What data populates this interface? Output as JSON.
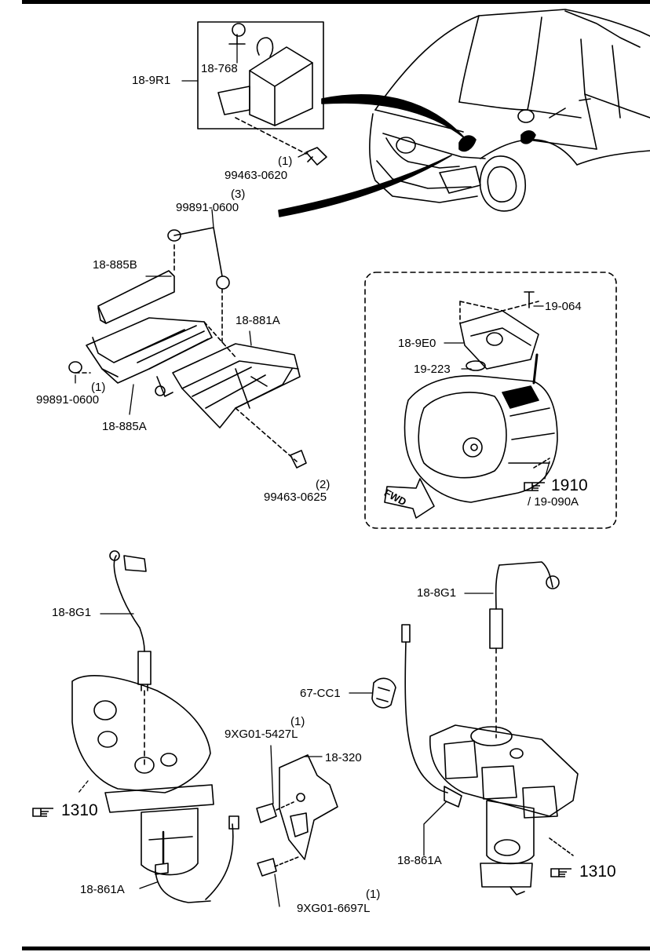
{
  "labels": {
    "p18_9R1": "18-9R1",
    "p18_768": "18-768",
    "q99463_0620": "(1)",
    "p99463_0620": "99463-0620",
    "q99891_0600_3": "(3)",
    "p99891_0600_3": "99891-0600",
    "p18_885B": "18-885B",
    "p18_881A": "18-881A",
    "q99891_0600_1": "(1)",
    "p99891_0600_1": "99891-0600",
    "p18_885A": "18-885A",
    "q99463_0625": "(2)",
    "p99463_0625": "99463-0625",
    "p19_064": "19-064",
    "p18_9E0": "18-9E0",
    "p19_223": "19-223",
    "fwd": "FWD",
    "ref1910": "1910",
    "ref19_090A": "/ 19-090A",
    "p18_8G1_left": "18-8G1",
    "p18_8G1_right": "18-8G1",
    "p67_CC1": "67-CC1",
    "q9XG01_5427L": "(1)",
    "p9XG01_5427L": "9XG01-5427L",
    "p18_320": "18-320",
    "ref1310_left": "1310",
    "ref1310_right": "1310",
    "p18_861A_left": "18-861A",
    "p18_861A_right": "18-861A",
    "q9XG01_6697L": "(1)",
    "p9XG01_6697L": "9XG01-6697L"
  },
  "icons": [
    "pointing-hand-icon"
  ]
}
